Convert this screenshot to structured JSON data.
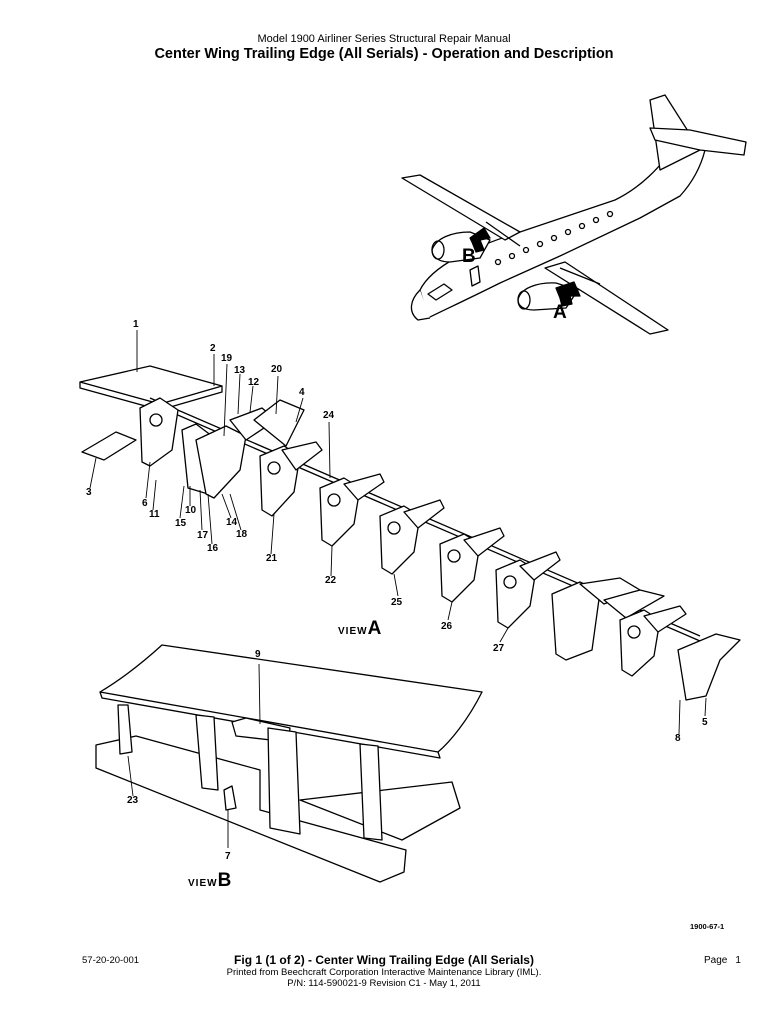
{
  "header": {
    "manual_title": "Model 1900 Airliner Series Structural Repair Manual",
    "page_title": "Center Wing Trailing Edge (All Serials) - Operation and Description"
  },
  "figure": {
    "view_markers": {
      "a": "A",
      "b": "B"
    },
    "view_a": {
      "word": "VIEW",
      "letter": "A"
    },
    "view_b": {
      "word": "VIEW",
      "letter": "B"
    },
    "callouts": [
      "1",
      "2",
      "3",
      "4",
      "5",
      "6",
      "7",
      "8",
      "9",
      "10",
      "11",
      "12",
      "13",
      "14",
      "15",
      "16",
      "17",
      "18",
      "19",
      "20",
      "21",
      "22",
      "23",
      "24",
      "25",
      "26",
      "27"
    ],
    "drawing_id": "1900-67-1"
  },
  "footer": {
    "doc_number": "57-20-20-001",
    "figure_caption": "Fig 1 (1 of 2) - Center Wing Trailing Edge (All Serials)",
    "printed_from": "Printed from Beechcraft Corporation Interactive Maintenance Library (IML).",
    "part_number": "P/N: 114-590021-9 Revision C1 - May 1, 2011",
    "page_label": "Page",
    "page_number": "1"
  }
}
